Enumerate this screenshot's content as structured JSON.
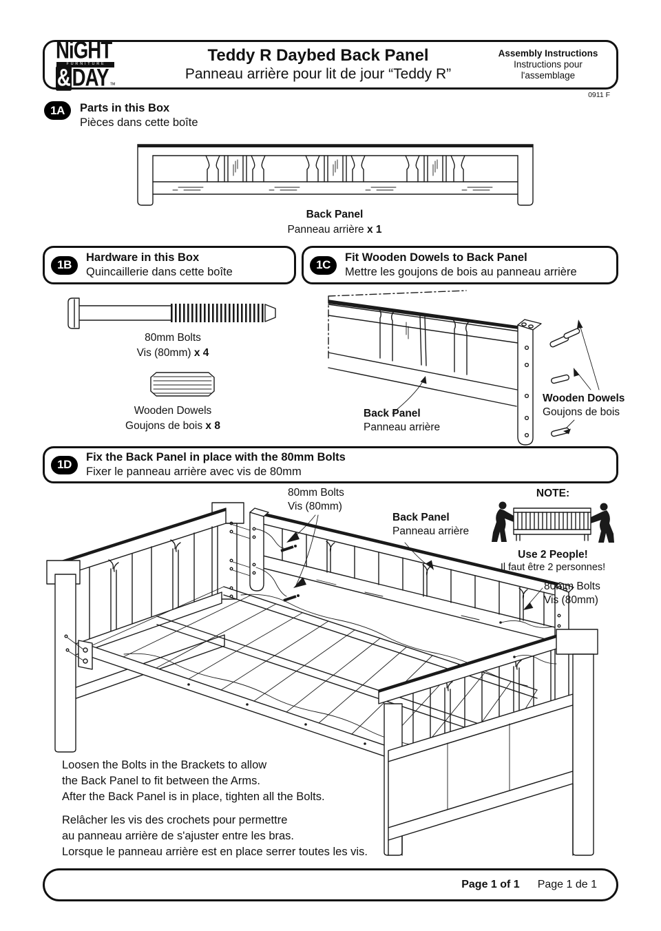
{
  "header": {
    "logo": {
      "top": "NiGHT",
      "band": "FURNITURE",
      "amp": "&",
      "bottom": "DAY",
      "tm": "™"
    },
    "title_en": "Teddy R Daybed Back Panel",
    "title_fr": "Panneau arrière pour lit de jour “Teddy R”",
    "right_bold": "Assembly Instructions",
    "right_fr1": "Instructions pour",
    "right_fr2": "l'assemblage",
    "doc_code": "0911 F"
  },
  "section_1a": {
    "badge": "1A",
    "title_en": "Parts in this Box",
    "title_fr": "Pièces dans cette boîte",
    "part_en": "Back Panel",
    "part_fr": "Panneau arrière",
    "part_qty": "x 1"
  },
  "section_1b": {
    "badge": "1B",
    "title_en": "Hardware in this Box",
    "title_fr": "Quincaillerie dans cette boîte",
    "bolts_en": "80mm Bolts",
    "bolts_fr": "Vis (80mm)",
    "bolts_qty": "x 4",
    "dowels_en": "Wooden Dowels",
    "dowels_fr": "Goujons de bois",
    "dowels_qty": "x 8"
  },
  "section_1c": {
    "badge": "1C",
    "title_en": "Fit Wooden Dowels to Back Panel",
    "title_fr": "Mettre les goujons de bois au panneau arrière",
    "label_panel_en": "Back Panel",
    "label_panel_fr": "Panneau arrière",
    "label_dowels_en": "Wooden Dowels",
    "label_dowels_fr": "Goujons de bois"
  },
  "section_1d": {
    "badge": "1D",
    "title_en": "Fix the Back Panel in place with the 80mm Bolts",
    "title_fr": "Fixer le panneau arrière avec vis de 80mm",
    "label_bolts_top_en": "80mm Bolts",
    "label_bolts_top_fr": "Vis (80mm)",
    "label_panel_en": "Back Panel",
    "label_panel_fr": "Panneau arrière",
    "label_bolts_right_en": "80mm Bolts",
    "label_bolts_right_fr": "Vis (80mm)",
    "note_title": "NOTE:",
    "note_en": "Use 2 People!",
    "note_fr": "Il faut être 2 personnes!",
    "instructions_en": [
      "Loosen the Bolts in the Brackets to allow",
      "the Back Panel to fit between the Arms.",
      "After the Back Panel is in place, tighten all the Bolts."
    ],
    "instructions_fr": [
      "Relâcher les vis des crochets pour permettre",
      "au panneau arrière de s'ajuster entre les bras.",
      "Lorsque le panneau arrière est en place serrer toutes les vis."
    ]
  },
  "footer": {
    "page_en": "Page 1 of 1",
    "page_fr": "Page 1 de 1"
  },
  "colors": {
    "ink": "#1a1a1a",
    "paper": "#ffffff"
  }
}
